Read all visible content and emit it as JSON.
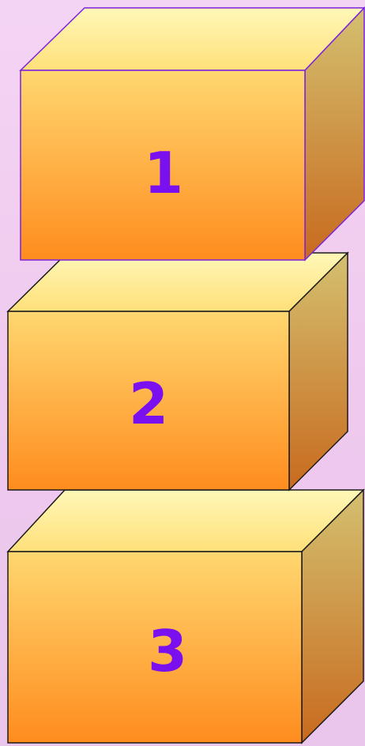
{
  "colors": {
    "background": "#f0cdf0",
    "box_front_top": "#ffd770",
    "box_front_bottom": "#ff8c1e",
    "box_top_light": "#fff8b8",
    "box_top_dark": "#ffe07a",
    "box_side_top": "#d4c070",
    "box_side_bottom": "#c86a1e",
    "highlight_outline": "#7a22e0",
    "outline": "#1a1a1a",
    "label": "#7a10f0"
  },
  "boxes": [
    {
      "label": "1",
      "selected": true
    },
    {
      "label": "2",
      "selected": false
    },
    {
      "label": "3",
      "selected": false
    }
  ]
}
